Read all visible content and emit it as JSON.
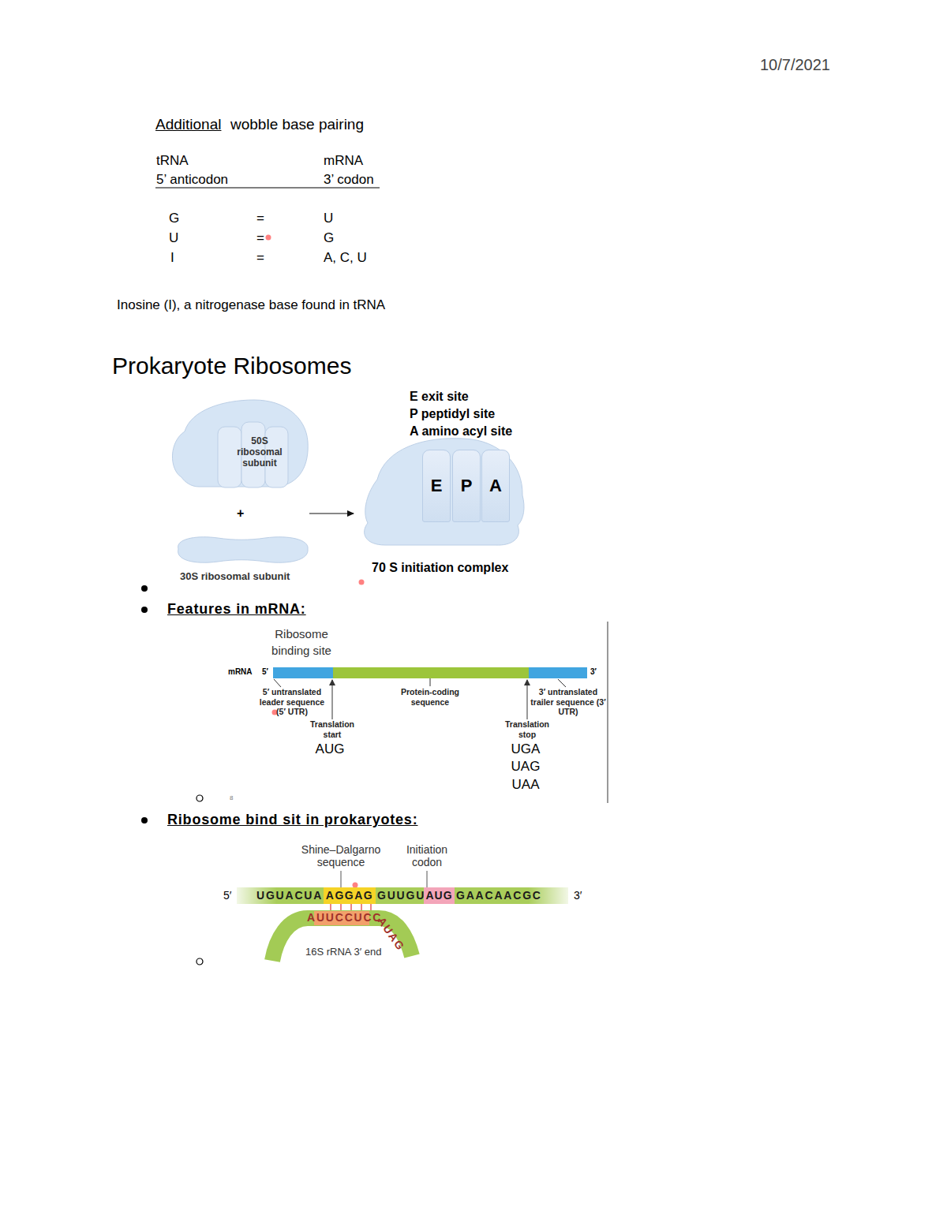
{
  "diagram": {
    "nodes": [
      {
        "text": [
          "50S ribosomal subunit"
        ]
      },
      {
        "text": [
          "30S ribosomal subunit"
        ]
      },
      {
        "text": [
          "70 S initiation complex"
        ]
      },
      {
        "text": [
          "E"
        ],
        "in": 2
      },
      {
        "text": [
          "P"
        ],
        "in": 2
      },
      {
        "text": [
          "A"
        ],
        "in": 2
      },
      {
        "text": [
          "UGUACUA",
          "GUUGU",
          "GAACAACGC"
        ]
      },
      {
        "text": [
          "AGGAG"
        ],
        "in": 6
      },
      {
        "text": [
          "AUG"
        ],
        "in": 6
      },
      {
        "text": [
          "AUUCCUCC",
          "AUAG"
        ]
      }
    ],
    "edges": [
      {
        "from": 0,
        "to": 2,
        "arrow": "to"
      }
    ],
    "labels": [
      "10/7/2021",
      "Additional",
      "wobble base pairing",
      "tRNA",
      "mRNA",
      "5’ anticodon",
      "3’ codon",
      "G",
      "=",
      "U",
      "U",
      "=",
      "G",
      "I",
      "=",
      "A, C, U",
      "Inosine (I), a nitrogenase base found in tRNA",
      "Prokaryote Ribosomes",
      "E exit site",
      "P peptidyl site",
      "A amino acyl site",
      "+",
      "Features in mRNA:",
      "Ribosome binding site",
      "mRNA",
      "5′",
      "3′",
      "5′ untranslated leader sequence (5′ UTR)",
      "Protein-coding sequence",
      "3′ untranslated trailer sequence (3′ UTR)",
      "Translation start",
      "AUG",
      "Translation stop",
      "UGA",
      "UAG",
      "UAA",
      "8",
      "Ribosome bind sit in prokaryotes:",
      "Shine–Dalgarno sequence",
      "Initiation codon",
      "5′",
      "3′",
      "3′",
      "16S rRNA 3′ end"
    ]
  }
}
